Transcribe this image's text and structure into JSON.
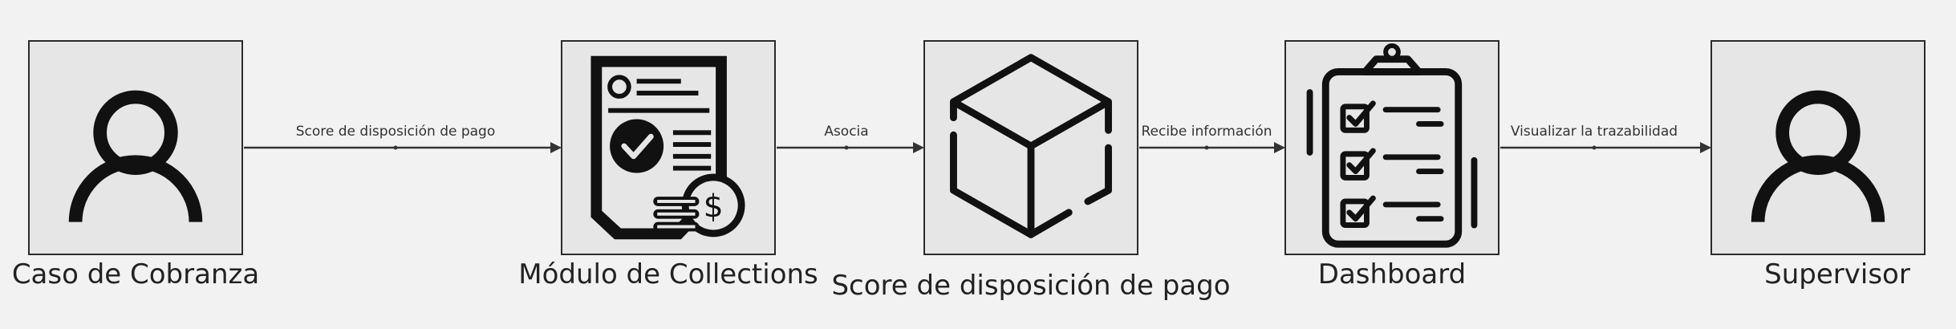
{
  "nodes": [
    {
      "id": "caso",
      "label": "Caso de Cobranza",
      "icon": "user-icon"
    },
    {
      "id": "modulo",
      "label": "Módulo de Collections",
      "icon": "document-payment-icon"
    },
    {
      "id": "score",
      "label": "Score de disposición de pago",
      "icon": "cube-icon"
    },
    {
      "id": "dashboard",
      "label": "Dashboard",
      "icon": "clipboard-checklist-icon"
    },
    {
      "id": "supervisor",
      "label": "Supervisor",
      "icon": "user-icon"
    }
  ],
  "edges": [
    {
      "from": "caso",
      "to": "modulo",
      "label": "Score de disposición de pago"
    },
    {
      "from": "modulo",
      "to": "score",
      "label": "Asocia"
    },
    {
      "from": "score",
      "to": "dashboard",
      "label": "Recibe información"
    },
    {
      "from": "dashboard",
      "to": "supervisor",
      "label": "Visualizar la trazabilidad"
    }
  ],
  "colors": {
    "background": "#f2f2f2",
    "node_fill": "#e6e6e6",
    "stroke": "#2b2b2b",
    "icon": "#111111"
  }
}
